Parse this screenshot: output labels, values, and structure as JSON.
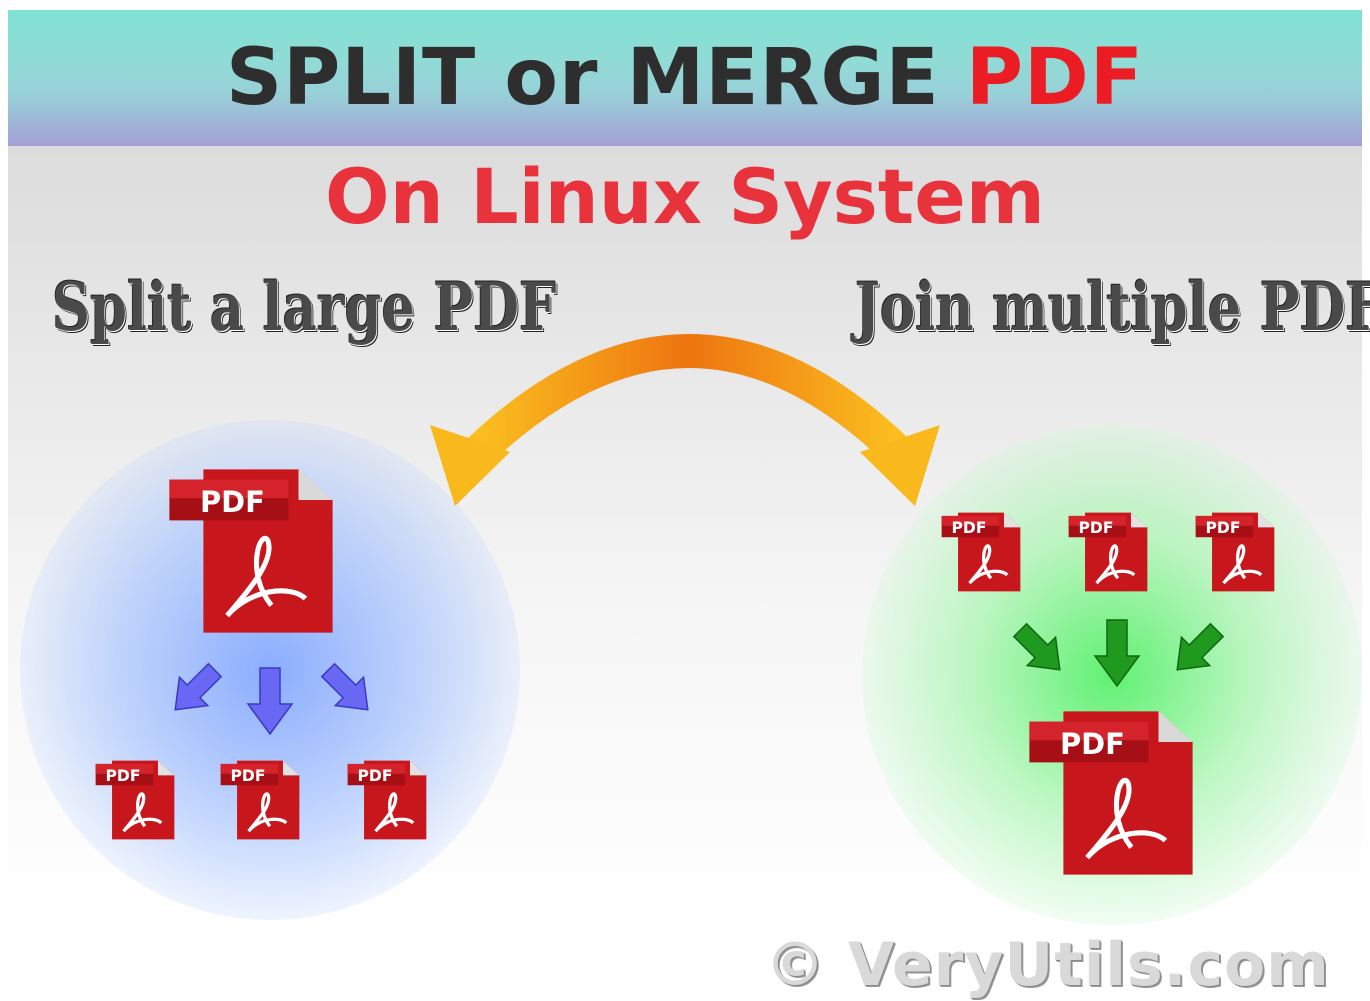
{
  "banner": {
    "title_main": "SPLIT or MERGE",
    "title_accent": "PDF",
    "background_colors": [
      "#7ee3d4",
      "#a59fd6"
    ],
    "accent_color": "#ec1c24"
  },
  "subtitle": "On Linux System",
  "split_side": {
    "label": "Split a large PDF",
    "glow_color": "#78a0ff",
    "arrow_color": "#6b6bf5",
    "source_icon": {
      "icon": "pdf-file-icon",
      "label": "PDF"
    },
    "output_icons": [
      {
        "icon": "pdf-file-icon",
        "label": "PDF"
      },
      {
        "icon": "pdf-file-icon",
        "label": "PDF"
      },
      {
        "icon": "pdf-file-icon",
        "label": "PDF"
      }
    ]
  },
  "merge_side": {
    "label": "Join multiple PDFs",
    "glow_color": "#50f064",
    "arrow_color": "#1f9a1f",
    "input_icons": [
      {
        "icon": "pdf-file-icon",
        "label": "PDF"
      },
      {
        "icon": "pdf-file-icon",
        "label": "PDF"
      },
      {
        "icon": "pdf-file-icon",
        "label": "PDF"
      }
    ],
    "result_icon": {
      "icon": "pdf-file-icon",
      "label": "PDF"
    }
  },
  "center_arrow": {
    "icon": "double-curved-arrow-icon",
    "colors": [
      "#f9b81c",
      "#ee7a12"
    ]
  },
  "copyright": "© VeryUtils.com"
}
